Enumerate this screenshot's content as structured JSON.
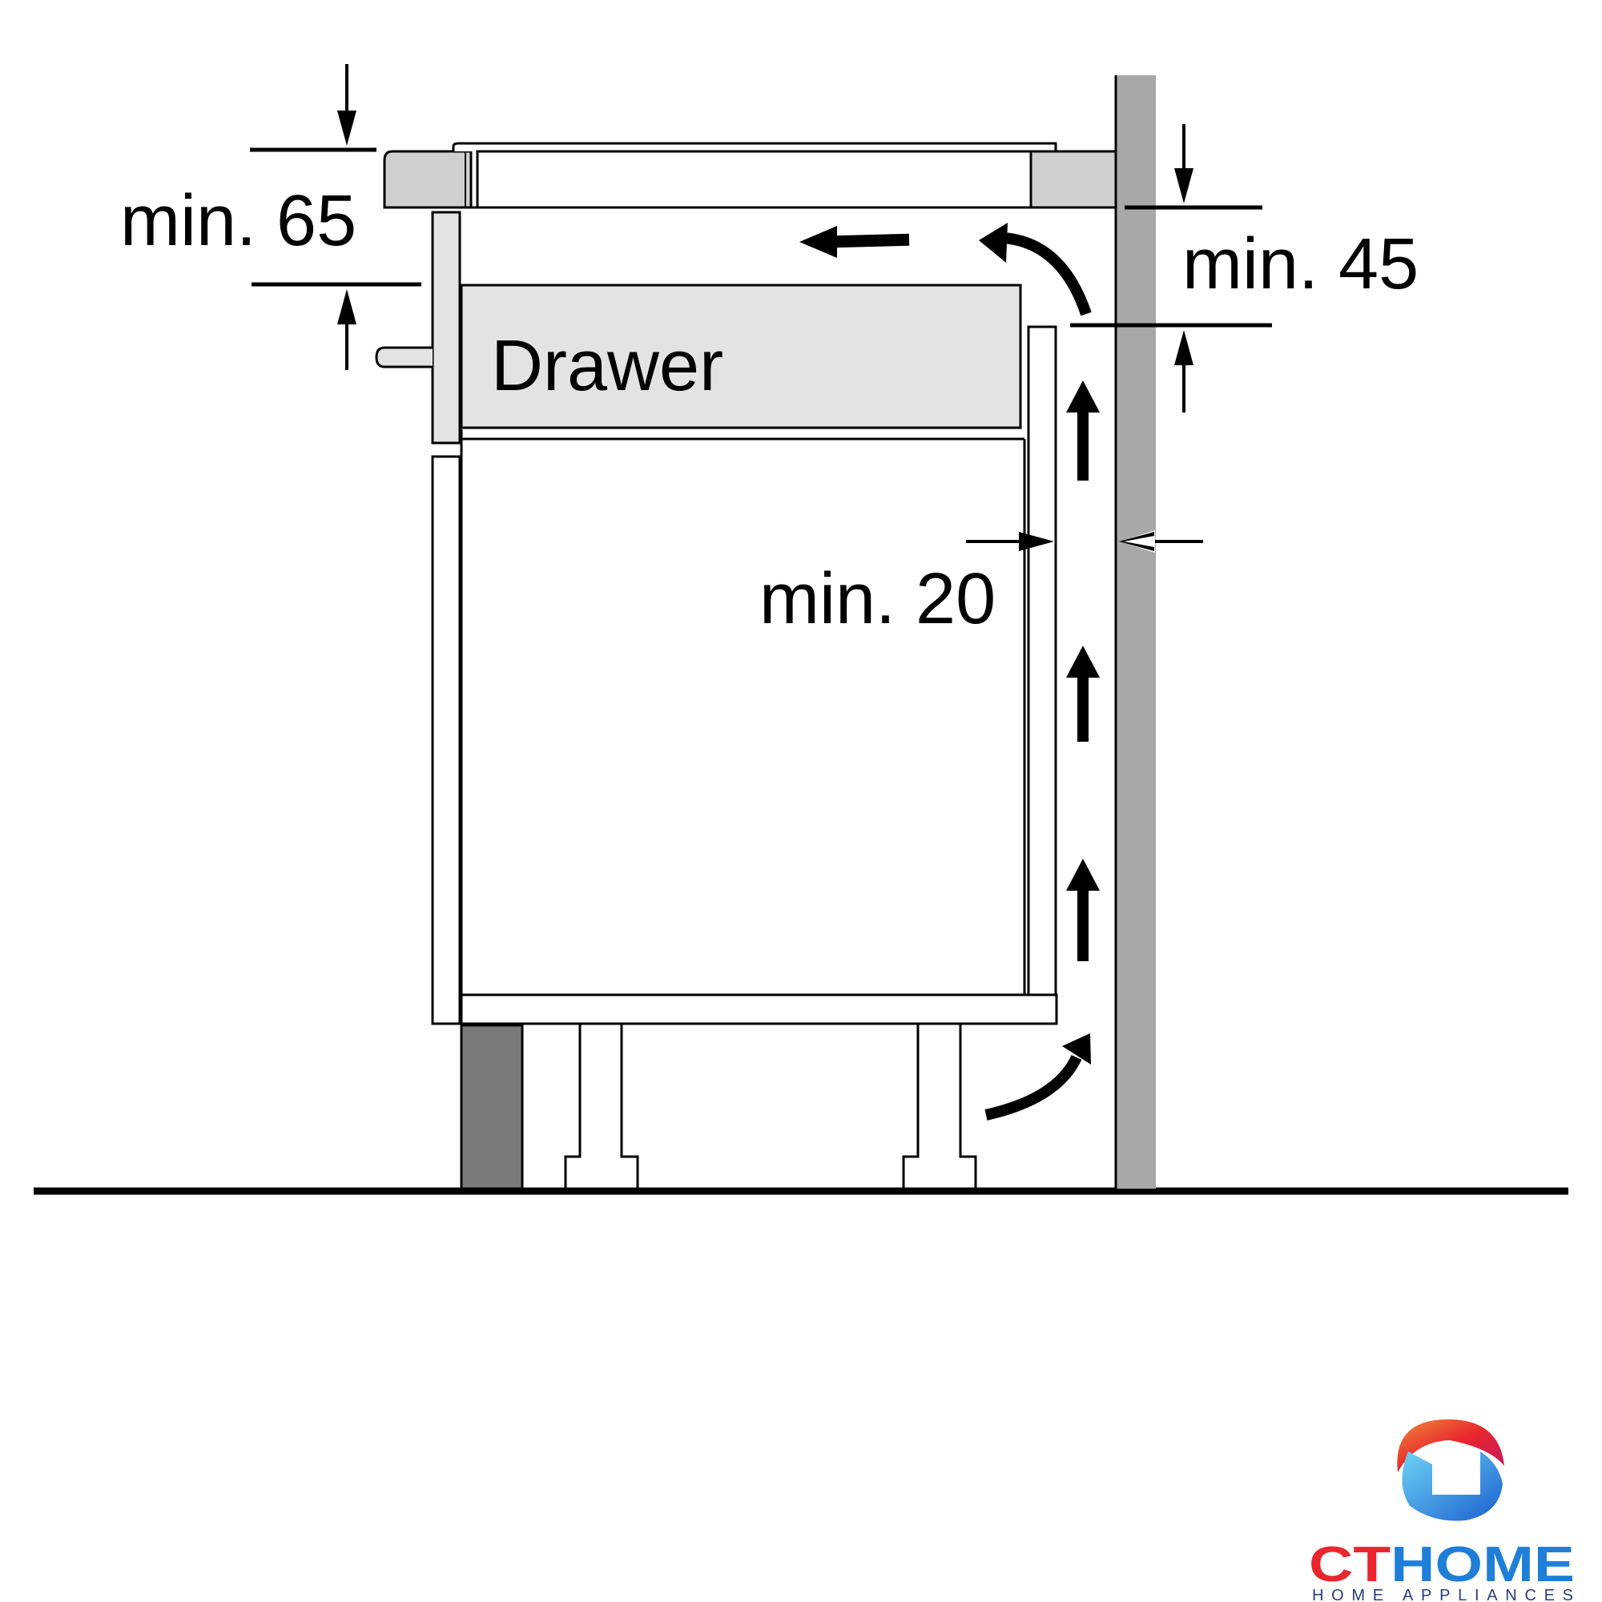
{
  "diagram": {
    "labels": {
      "drawer": "Drawer",
      "top_clearance": "min. 65",
      "rear_top_clearance": "min. 45",
      "rear_gap": "min. 20"
    }
  },
  "logo": {
    "brand_ct": "CT",
    "brand_home": "HOME",
    "tagline": "HOME APPLIANCES",
    "colors": {
      "ct": "#e8262d",
      "home": "#1f7ed8",
      "tagline": "#2a3c80"
    }
  },
  "colors": {
    "line": "#000000",
    "countertop": "#cfcfcf",
    "drawer_fill": "#e3e3e3",
    "rear_wall": "#a8a8a8",
    "front_plinth": "#7a7a7a"
  }
}
